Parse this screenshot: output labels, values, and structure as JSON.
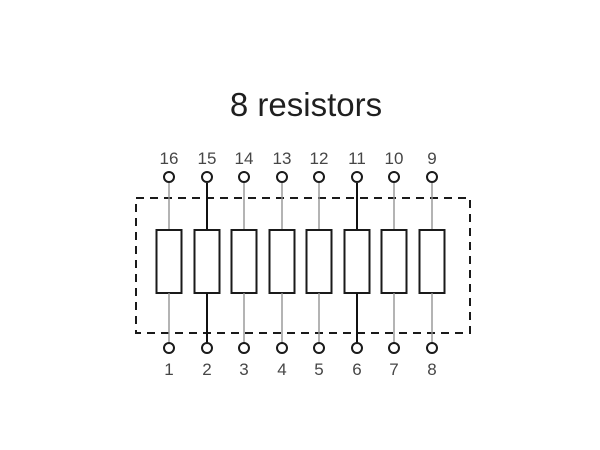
{
  "diagram": {
    "title": "8 resistors",
    "top_pins": [
      "16",
      "15",
      "14",
      "13",
      "12",
      "11",
      "10",
      "9"
    ],
    "bottom_pins": [
      "1",
      "2",
      "3",
      "4",
      "5",
      "6",
      "7",
      "8"
    ],
    "colors": {
      "background": "#ffffff",
      "title": "#1f1f1f",
      "label": "#464646",
      "outline": "#1a1a1a",
      "wire": "#949494",
      "wire_dark": "#111111"
    }
  }
}
